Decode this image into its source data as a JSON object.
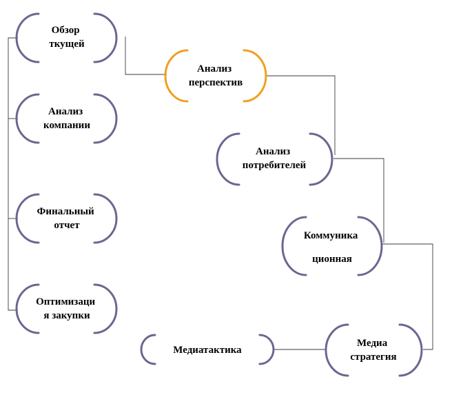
{
  "colors": {
    "node_stroke": "#6b6690",
    "node_highlight": "#f0a020",
    "connector": "#3a3a3a",
    "text": "#000000"
  },
  "nodes": [
    {
      "id": "obzor",
      "lines": [
        "Обзор",
        "ткущей"
      ]
    },
    {
      "id": "analiz-kompanii",
      "lines": [
        "Анализ",
        "компании"
      ]
    },
    {
      "id": "finalny-otchet",
      "lines": [
        "Финальный",
        "отчет"
      ]
    },
    {
      "id": "optimizatsiya",
      "lines": [
        "Оптимизаци",
        "я закупки"
      ]
    },
    {
      "id": "analiz-perspektiv",
      "lines": [
        "Анализ",
        "перспектив"
      ],
      "highlight": true
    },
    {
      "id": "analiz-potrebiteley",
      "lines": [
        "Анализ",
        "потребителей"
      ]
    },
    {
      "id": "kommunikatsionnaya",
      "lines": [
        "Коммуника",
        "ционная"
      ]
    },
    {
      "id": "media-strategiya",
      "lines": [
        "Медиа",
        "стратегия"
      ]
    },
    {
      "id": "mediataktika",
      "lines": [
        "Медиатактика"
      ]
    }
  ]
}
